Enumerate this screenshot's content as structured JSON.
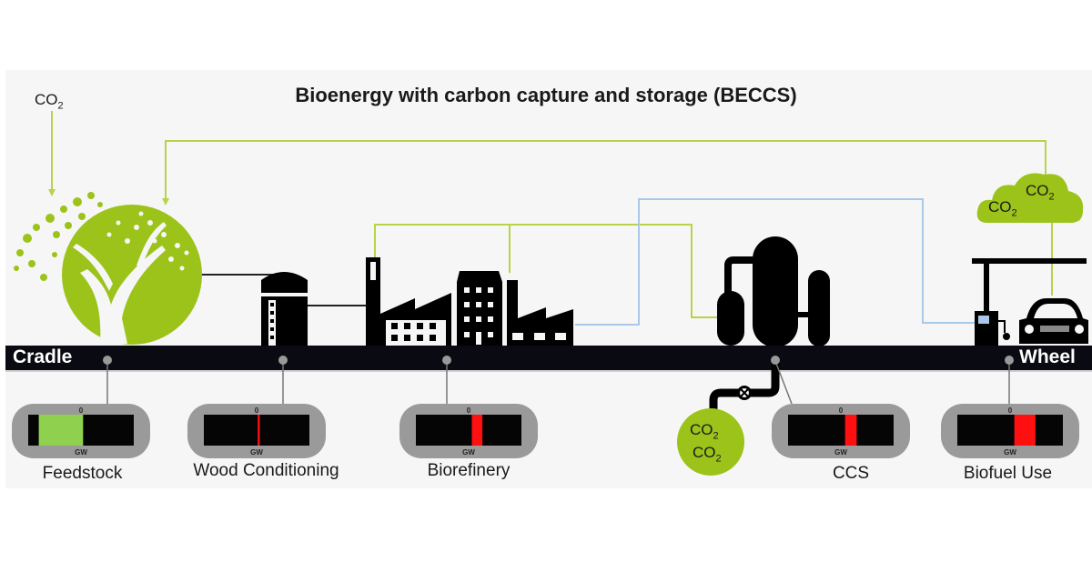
{
  "title": "Bioenergy with carbon capture and storage (BECCS)",
  "colors": {
    "accent_green": "#9cc31a",
    "co2_flow_line": "#b7d34a",
    "capture_line": "#a9c8e8",
    "rail": "#0a0a12",
    "gauge_frame": "#9a9a9a",
    "gauge_bar": "#050505",
    "gauge_green": "#8fd14f",
    "gauge_red": "#ff1010"
  },
  "co2_input": {
    "text": "CO",
    "sub": "2"
  },
  "rail": {
    "start_label": "Cradle",
    "end_label": "Wheel"
  },
  "cloud": {
    "line1": {
      "text": "CO",
      "sub": "2"
    },
    "line2": {
      "text": "CO",
      "sub": "2"
    }
  },
  "storage": {
    "line1": {
      "text": "CO",
      "sub": "2"
    },
    "line2": {
      "text": "CO",
      "sub": "2"
    }
  },
  "icons": [
    "tree-icon",
    "silo-icon",
    "factory-icon",
    "biorefinery-icon",
    "ccs-tank-icon",
    "valve-icon",
    "fuel-pump-icon",
    "car-icon",
    "cloud-icon"
  ],
  "stages": [
    {
      "name": "Feedstock",
      "gauge_top": "0",
      "gauge_unit": "GW",
      "indicator": "green",
      "fill_start": 0.1,
      "fill_end": 0.52
    },
    {
      "name": "Wood Conditioning",
      "gauge_top": "0",
      "gauge_unit": "GW",
      "indicator": "red",
      "fill_start": 0.51,
      "fill_end": 0.53
    },
    {
      "name": "Biorefinery",
      "gauge_top": "0",
      "gauge_unit": "GW",
      "indicator": "red",
      "fill_start": 0.53,
      "fill_end": 0.63
    },
    {
      "name": "CCS",
      "gauge_top": "0",
      "gauge_unit": "GW",
      "indicator": "red",
      "fill_start": 0.54,
      "fill_end": 0.65
    },
    {
      "name": "Biofuel Use",
      "gauge_top": "0",
      "gauge_unit": "GW",
      "indicator": "red",
      "fill_start": 0.54,
      "fill_end": 0.74
    }
  ]
}
